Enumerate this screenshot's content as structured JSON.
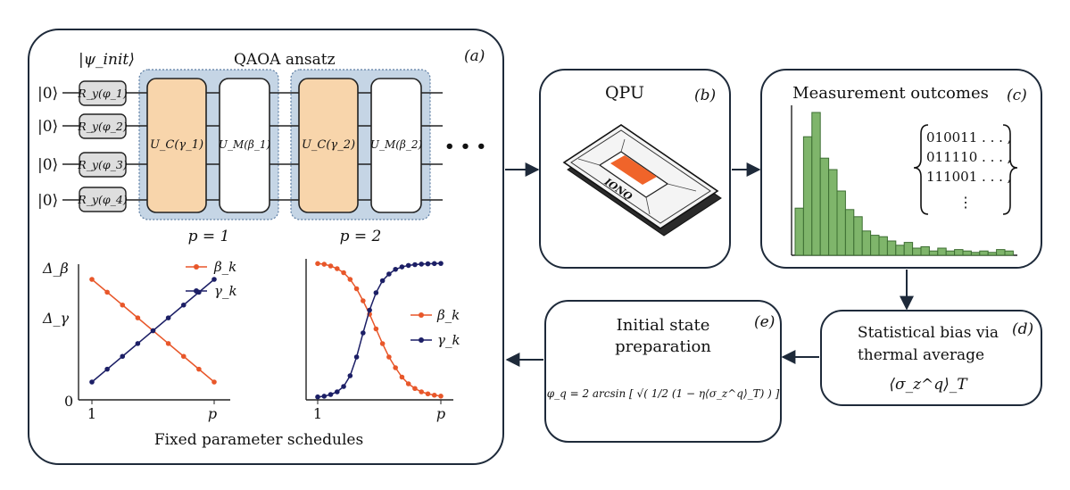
{
  "panel_a": {
    "tag": "(a)",
    "init_label": "|ψ_init⟩",
    "ansatz_title": "QAOA ansatz",
    "qubits": [
      "|0⟩",
      "|0⟩",
      "|0⟩",
      "|0⟩"
    ],
    "ry_gates": [
      "R_y(φ_1)",
      "R_y(φ_2)",
      "R_y(φ_3)",
      "R_y(φ_4)"
    ],
    "layers": [
      {
        "uc": "U_C(γ_1)",
        "um": "U_M(β_1)",
        "p_label": "p = 1"
      },
      {
        "uc": "U_C(γ_2)",
        "um": "U_M(β_2)",
        "p_label": "p = 2"
      }
    ],
    "ellipsis": "•  •  •",
    "caption": "Fixed parameter schedules"
  },
  "panel_b": {
    "title": "QPU",
    "tag": "(b)",
    "chip_brand": "IONQ"
  },
  "panel_c": {
    "title": "Measurement outcomes",
    "tag": "(c)",
    "bitstrings": [
      "010011 . . . ,",
      "011110 . . . ,",
      "111001 . . . ,",
      "⋮"
    ]
  },
  "panel_d": {
    "title_lines": [
      "Statistical bias via",
      "thermal average"
    ],
    "formula": "⟨σ_z^q⟩_T",
    "tag": "(d)"
  },
  "panel_e": {
    "title_lines": [
      "Initial state",
      "preparation"
    ],
    "formula": "φ_q = 2 arcsin [ √( 1/2 (1 − η⟨σ_z^q⟩_T) ) ]",
    "tag": "(e)"
  },
  "colors": {
    "beta": "#e8572a",
    "gamma": "#1c1f66",
    "uc_fill": "#f8d5ab",
    "layer_bg": "#c5d5e5",
    "hist_fill": "#7fb56b",
    "hist_edge": "#3d6e32",
    "chip_orange": "#f0642a"
  },
  "chart_data": [
    {
      "type": "line",
      "xlabel": "",
      "ylabel": "",
      "x_tick_labels": [
        "1",
        "p"
      ],
      "y_tick_labels": [
        "0",
        "Δ_γ",
        "Δ_β"
      ],
      "x": [
        1,
        2,
        3,
        4,
        5,
        6,
        7,
        8,
        9
      ],
      "series": [
        {
          "name": "β_k",
          "values": [
            1.0,
            0.875,
            0.75,
            0.625,
            0.5,
            0.375,
            0.25,
            0.125,
            0.0
          ]
        },
        {
          "name": "γ_k",
          "values": [
            0.0,
            0.125,
            0.25,
            0.375,
            0.5,
            0.625,
            0.75,
            0.875,
            1.0
          ]
        }
      ],
      "legend": "top-right"
    },
    {
      "type": "line",
      "xlabel": "",
      "ylabel": "",
      "x_tick_labels": [
        "1",
        "p"
      ],
      "x": [
        1,
        2,
        3,
        4,
        5,
        6,
        7,
        8,
        9,
        10,
        11,
        12,
        13,
        14,
        15,
        16,
        17,
        18,
        19,
        20
      ],
      "series": [
        {
          "name": "β_k",
          "values": [
            0.998,
            0.993,
            0.98,
            0.96,
            0.93,
            0.88,
            0.81,
            0.72,
            0.62,
            0.51,
            0.4,
            0.3,
            0.22,
            0.15,
            0.1,
            0.065,
            0.04,
            0.025,
            0.015,
            0.008
          ]
        },
        {
          "name": "γ_k",
          "values": [
            0.002,
            0.007,
            0.02,
            0.04,
            0.08,
            0.16,
            0.3,
            0.48,
            0.65,
            0.78,
            0.87,
            0.92,
            0.955,
            0.973,
            0.984,
            0.99,
            0.994,
            0.996,
            0.998,
            0.999
          ]
        }
      ],
      "legend": "right"
    },
    {
      "type": "bar",
      "title": "",
      "values": [
        0.33,
        0.83,
        1.0,
        0.68,
        0.6,
        0.45,
        0.32,
        0.27,
        0.17,
        0.14,
        0.13,
        0.1,
        0.07,
        0.09,
        0.05,
        0.06,
        0.03,
        0.05,
        0.03,
        0.04,
        0.03,
        0.02,
        0.03,
        0.02,
        0.04,
        0.03
      ]
    }
  ]
}
